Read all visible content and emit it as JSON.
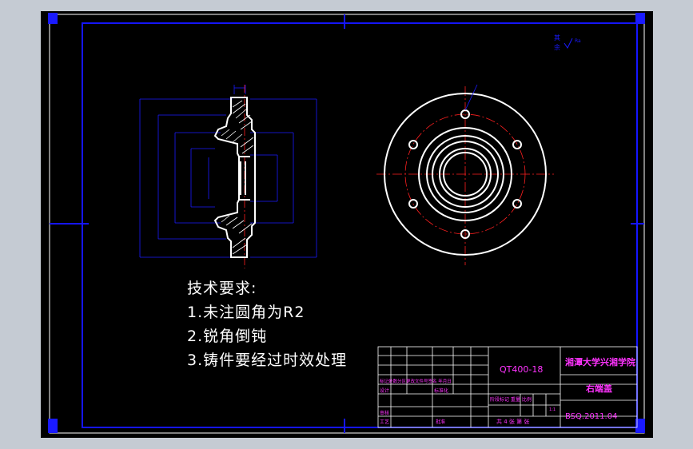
{
  "colors": {
    "background": "#c5cbd3",
    "sheet": "#000000",
    "frame": "#1515ff",
    "part": "#ffffff",
    "center_line": "#ff2020",
    "dimension": "#1a1aff",
    "title_magenta": "#ff33ff",
    "title_grid": "#ffffff"
  },
  "surface_mark": {
    "line1": "其",
    "line2": "余",
    "symbol": "Ra"
  },
  "technical_requirements": {
    "heading": "技术要求:",
    "items": [
      "1.未注圆角为R2",
      "2.锐角倒钝",
      "3.铸件要经过时效处理"
    ]
  },
  "title_block": {
    "material": "QT400-18",
    "school": "湘潭大学兴湘学院",
    "part_name": "右端盖",
    "drawing_no": "BSQ.2011.04",
    "row_labels": {
      "revision": "标记处数分区更改文件号签名 年月日",
      "design": "设计",
      "standardize": "标准化",
      "stage": "阶段标记 重量 比例",
      "scale": "1:1",
      "review": "审核",
      "process": "工艺",
      "approve": "批准",
      "sheets": "共 4 张 第 张"
    }
  }
}
